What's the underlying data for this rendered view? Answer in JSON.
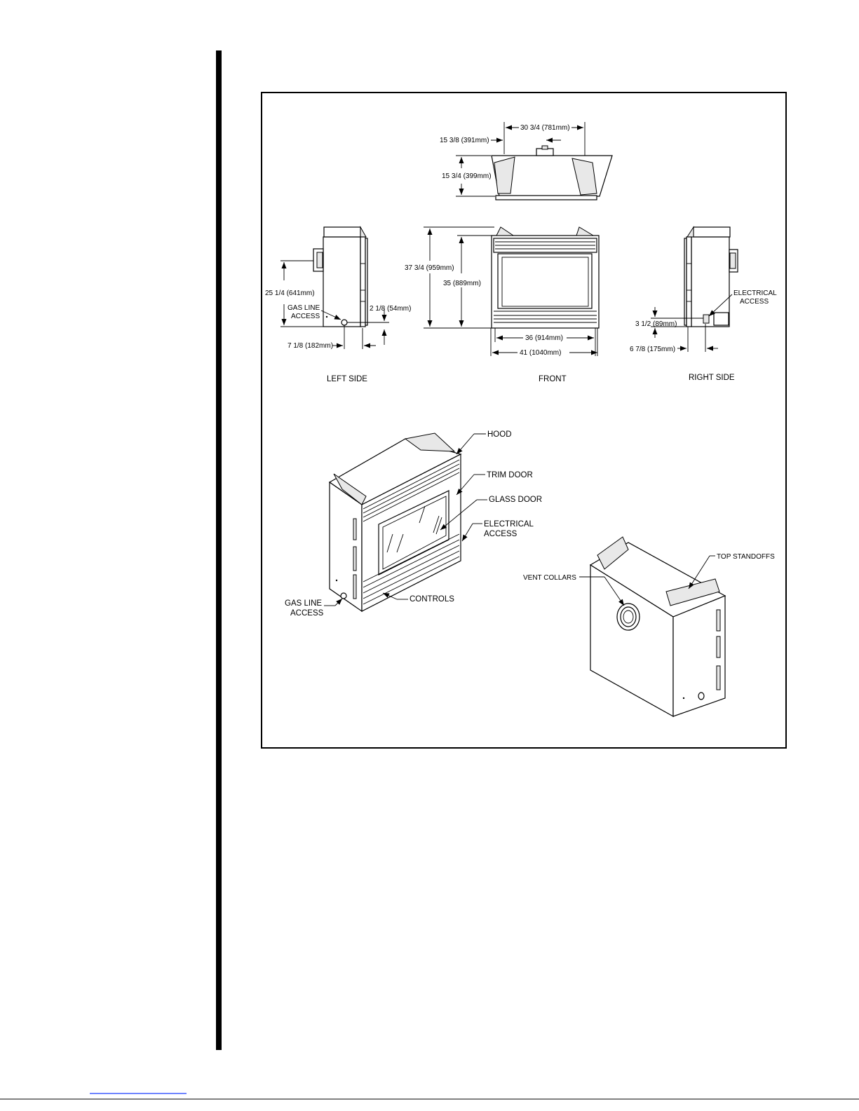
{
  "views": {
    "top": {
      "width_label": "30 3/4 (781mm)",
      "offset_label": "15 3/8 (391mm)",
      "depth_label": "15 3/4 (399mm)"
    },
    "left_side": {
      "title": "LEFT SIDE",
      "height_label": "25 1/4 (641mm)",
      "gas_label_line1": "GAS LINE",
      "gas_label_line2": "ACCESS",
      "gas_height_label": "2 1/8 (54mm)",
      "gas_offset_label": "7 1/8 (182mm)"
    },
    "front": {
      "title": "FRONT",
      "overall_height_label": "37 3/4 (959mm)",
      "opening_height_label": "35 (889mm)",
      "opening_width_label": "36 (914mm)",
      "overall_width_label": "41 (1040mm)"
    },
    "right_side": {
      "title": "RIGHT SIDE",
      "elec_label_line1": "ELECTRICAL",
      "elec_label_line2": "ACCESS",
      "elec_height_label": "3 1/2 (89mm)",
      "elec_offset_label": "6 7/8 (175mm)"
    }
  },
  "callouts": {
    "hood": "HOOD",
    "trim_door": "TRIM DOOR",
    "glass_door": "GLASS DOOR",
    "electrical_line1": "ELECTRICAL",
    "electrical_line2": "ACCESS",
    "controls": "CONTROLS",
    "gas_line1": "GAS LINE",
    "gas_line2": "ACCESS",
    "vent_collars": "VENT COLLARS",
    "top_standoffs": "TOP STANDOFFS"
  }
}
